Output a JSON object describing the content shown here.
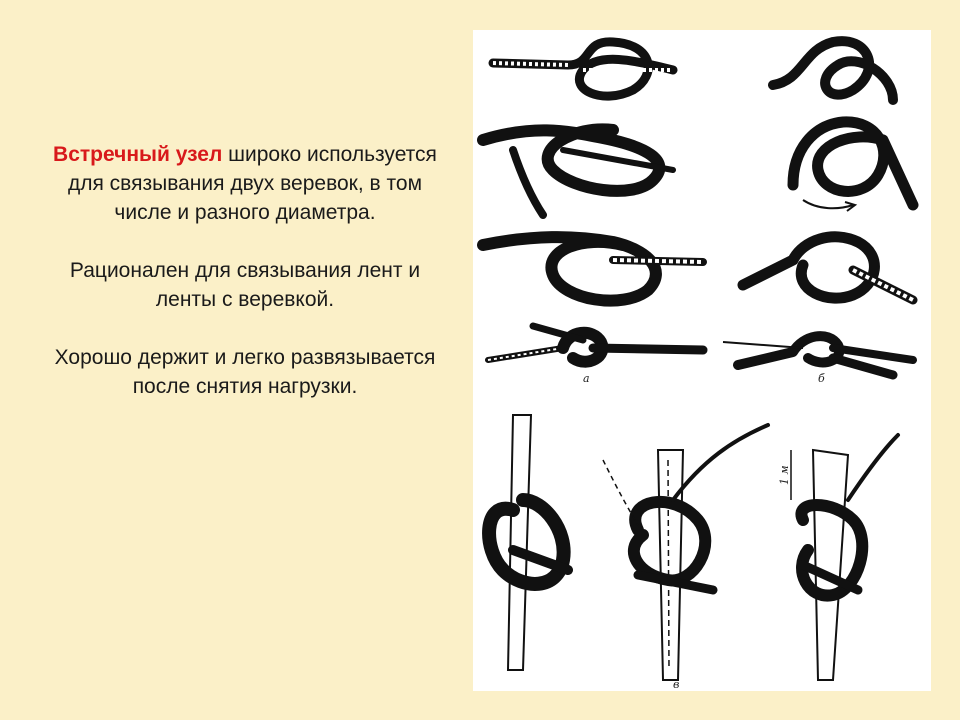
{
  "slide": {
    "paragraph1": {
      "highlight": "Встречный узел",
      "rest": " широко используется для связывания двух веревок, в том числе и разного диаметра."
    },
    "paragraph2": "Рационален для связывания лент и ленты с веревкой.",
    "paragraph3": "Хорошо держит и легко развязывается после снятия нагрузки."
  },
  "illustration": {
    "labels": [
      "а",
      "б",
      "в"
    ],
    "side_label": "1 м"
  },
  "colors": {
    "background": "#fbf0c8",
    "highlight": "#d8191b",
    "text": "#1a1a1a"
  }
}
